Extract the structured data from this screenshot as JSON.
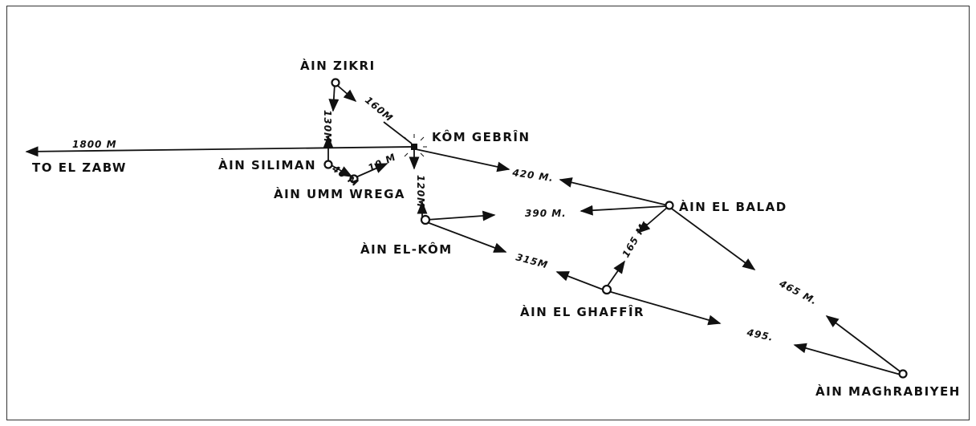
{
  "sites": {
    "ain_zikri": "ÀIN ZIKRI",
    "kom_gebrin": "KÔM GEBRÎN",
    "ain_siliman": "ÀIN SILIMAN",
    "ain_umm_wrega": "ÀIN UMM WREGA",
    "ain_el_kom": "ÀIN EL-KÔM",
    "ain_el_balad": "ÀIN EL BALAD",
    "ain_el_ghaffir": "ÀIN EL GHAFFÎR",
    "ain_maghrabiyeh": "ÀIN MAGhRABIYEH",
    "to_el_zabw": "TO EL ZABW"
  },
  "distances": {
    "zabw": "1800 M",
    "zikri_kom": "160M",
    "zikri_siliman": "130M",
    "siliman_umm": "40 M",
    "umm_kom": "10 M",
    "kom_elkom": "120M",
    "kom_balad": "420 M.",
    "elkom_balad": "390 M.",
    "elkom_ghaffir": "315M",
    "ghaffir_balad": "165 M.",
    "balad_magh": "465 M.",
    "ghaffir_magh": "495."
  }
}
